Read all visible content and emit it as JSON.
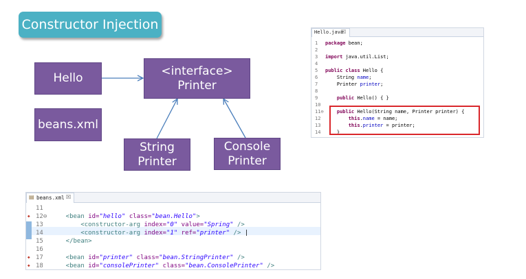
{
  "title": "Constructor Injection",
  "diagram": {
    "hello": "Hello",
    "beans_xml": "beans.xml",
    "printer": "<interface>\nPrinter",
    "string_printer": "String\nPrinter",
    "console_printer": "Console\nPrinter"
  },
  "java_editor": {
    "tab_label": "Hello.java",
    "tab_close": "☒",
    "lines": [
      {
        "n": "1",
        "parts": [
          {
            "t": "package",
            "c": "kw"
          },
          {
            "t": " bean;"
          }
        ]
      },
      {
        "n": "2",
        "parts": []
      },
      {
        "n": "3",
        "parts": [
          {
            "t": "import",
            "c": "kw"
          },
          {
            "t": " java.util.List;"
          }
        ]
      },
      {
        "n": "4",
        "parts": []
      },
      {
        "n": "5",
        "parts": [
          {
            "t": "public class",
            "c": "kw"
          },
          {
            "t": " Hello {"
          }
        ]
      },
      {
        "n": "6",
        "parts": [
          {
            "t": "    String "
          },
          {
            "t": "name",
            "c": "fld"
          },
          {
            "t": ";"
          }
        ]
      },
      {
        "n": "7",
        "parts": [
          {
            "t": "    Printer "
          },
          {
            "t": "printer",
            "c": "fld"
          },
          {
            "t": ";"
          }
        ]
      },
      {
        "n": "8",
        "parts": []
      },
      {
        "n": "9",
        "parts": [
          {
            "t": "    "
          },
          {
            "t": "public",
            "c": "kw"
          },
          {
            "t": " Hello() { }"
          }
        ]
      },
      {
        "n": "10",
        "parts": []
      },
      {
        "n": "11⊖",
        "parts": [
          {
            "t": "    "
          },
          {
            "t": "public",
            "c": "kw"
          },
          {
            "t": " Hello(String name, Printer printer) {"
          }
        ]
      },
      {
        "n": "12",
        "parts": [
          {
            "t": "        "
          },
          {
            "t": "this",
            "c": "kw"
          },
          {
            "t": "."
          },
          {
            "t": "name",
            "c": "fld"
          },
          {
            "t": " = name;"
          }
        ]
      },
      {
        "n": "13",
        "parts": [
          {
            "t": "        "
          },
          {
            "t": "this",
            "c": "kw"
          },
          {
            "t": "."
          },
          {
            "t": "printer",
            "c": "fld"
          },
          {
            "t": " = printer;"
          }
        ]
      },
      {
        "n": "14",
        "parts": [
          {
            "t": "    }"
          }
        ]
      }
    ]
  },
  "xml_editor": {
    "tab_label": "beans.xml",
    "tab_close": "☒",
    "lines": [
      {
        "n": "11",
        "mark": "",
        "parts": []
      },
      {
        "n": "12⊖",
        "mark": "◆",
        "parts": [
          {
            "t": "    <bean ",
            "c": "xtag"
          },
          {
            "t": "id=",
            "c": "xattr"
          },
          {
            "t": "\"hello\"",
            "c": "xval"
          },
          {
            "t": " "
          },
          {
            "t": "class=",
            "c": "xattr"
          },
          {
            "t": "\"bean.Hello\"",
            "c": "xval"
          },
          {
            "t": ">",
            "c": "xtag"
          }
        ]
      },
      {
        "n": "13",
        "mark": "",
        "parts": [
          {
            "t": "        <constructor-arg ",
            "c": "xtag"
          },
          {
            "t": "index=",
            "c": "xattr"
          },
          {
            "t": "\"0\"",
            "c": "xval"
          },
          {
            "t": " "
          },
          {
            "t": "value=",
            "c": "xattr"
          },
          {
            "t": "\"Spring\"",
            "c": "xval"
          },
          {
            "t": " />",
            "c": "xtag"
          }
        ]
      },
      {
        "n": "14",
        "mark": "",
        "parts": [
          {
            "t": "        <constructor-arg ",
            "c": "xtag"
          },
          {
            "t": "index=",
            "c": "xattr"
          },
          {
            "t": "\"1\"",
            "c": "xval"
          },
          {
            "t": " "
          },
          {
            "t": "ref=",
            "c": "xattr"
          },
          {
            "t": "\"printer\"",
            "c": "xval"
          },
          {
            "t": " />",
            "c": "xtag"
          },
          {
            "t": " |"
          }
        ]
      },
      {
        "n": "15",
        "mark": "",
        "parts": [
          {
            "t": "    </bean>",
            "c": "xtag"
          }
        ]
      },
      {
        "n": "16",
        "mark": "",
        "parts": []
      },
      {
        "n": "17",
        "mark": "◆",
        "parts": [
          {
            "t": "    <bean ",
            "c": "xtag"
          },
          {
            "t": "id=",
            "c": "xattr"
          },
          {
            "t": "\"printer\"",
            "c": "xval"
          },
          {
            "t": " "
          },
          {
            "t": "class=",
            "c": "xattr"
          },
          {
            "t": "\"bean.StringPrinter\"",
            "c": "xval"
          },
          {
            "t": " />",
            "c": "xtag"
          }
        ]
      },
      {
        "n": "18",
        "mark": "◆",
        "parts": [
          {
            "t": "    <bean ",
            "c": "xtag"
          },
          {
            "t": "id=",
            "c": "xattr"
          },
          {
            "t": "\"consolePrinter\"",
            "c": "xval"
          },
          {
            "t": " "
          },
          {
            "t": "class=",
            "c": "xattr"
          },
          {
            "t": "\"bean.ConsolePrinter\"",
            "c": "xval"
          },
          {
            "t": " />",
            "c": "xtag"
          }
        ]
      }
    ]
  },
  "colors": {
    "badge": "#4bb1c4",
    "box": "#7a5a9e",
    "arrow": "#4a7ebb",
    "highlight_border": "#d9262b"
  }
}
